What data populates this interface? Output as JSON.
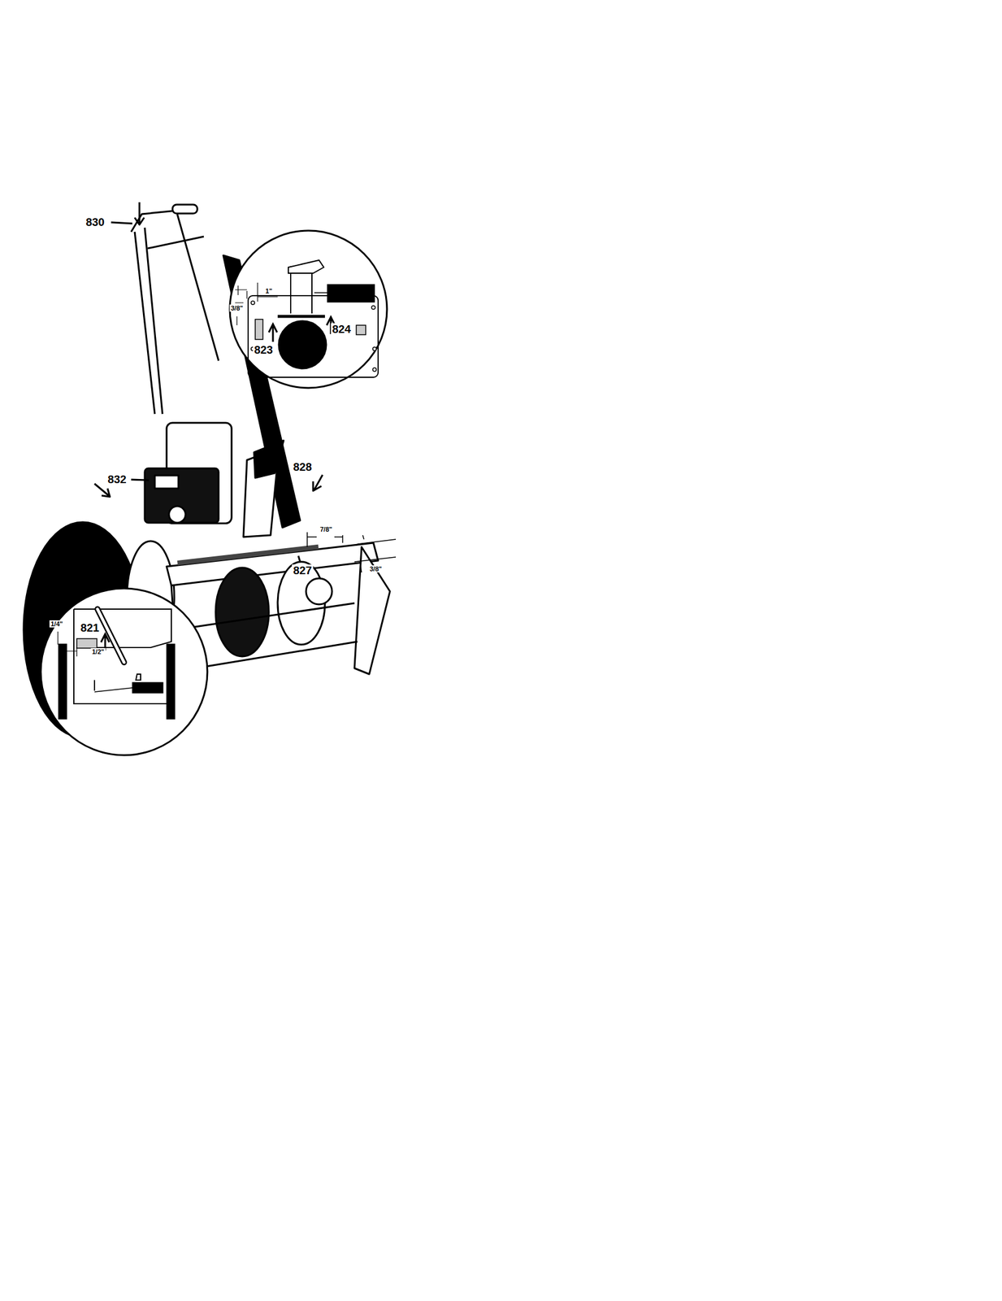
{
  "diagram": {
    "labels": [
      "830",
      "832",
      "828",
      "827",
      "7/8\"",
      "3/8\"",
      "1\"",
      "3/8\"",
      "823",
      "824",
      "1/4\"",
      "821",
      "1/2\""
    ]
  }
}
